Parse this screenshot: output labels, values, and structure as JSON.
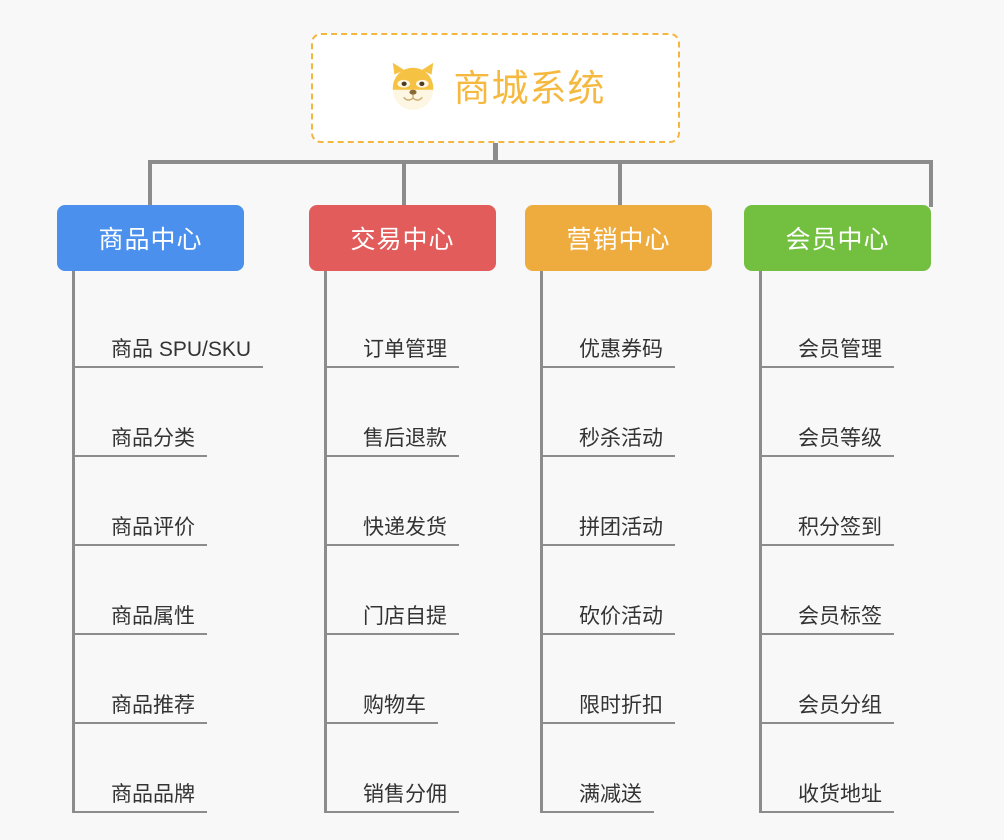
{
  "page": {
    "background_color": "#f8f8f8",
    "line_color": "#8c8c8c"
  },
  "root": {
    "title": "商城系统",
    "icon": "shiba-dog-icon",
    "text_color": "#f5b940",
    "border_color": "#f3b73f",
    "background_color": "#ffffff"
  },
  "branches": [
    {
      "label": "商品中心",
      "color": "#4a90ec",
      "items": [
        "商品 SPU/SKU",
        "商品分类",
        "商品评价",
        "商品属性",
        "商品推荐",
        "商品品牌"
      ]
    },
    {
      "label": "交易中心",
      "color": "#e25c5c",
      "items": [
        "订单管理",
        "售后退款",
        "快递发货",
        "门店自提",
        "购物车",
        "销售分佣"
      ]
    },
    {
      "label": "营销中心",
      "color": "#eeab3e",
      "items": [
        "优惠券码",
        "秒杀活动",
        "拼团活动",
        "砍价活动",
        "限时折扣",
        "满减送"
      ]
    },
    {
      "label": "会员中心",
      "color": "#73c040",
      "items": [
        "会员管理",
        "会员等级",
        "积分签到",
        "会员标签",
        "会员分组",
        "收货地址"
      ]
    }
  ]
}
